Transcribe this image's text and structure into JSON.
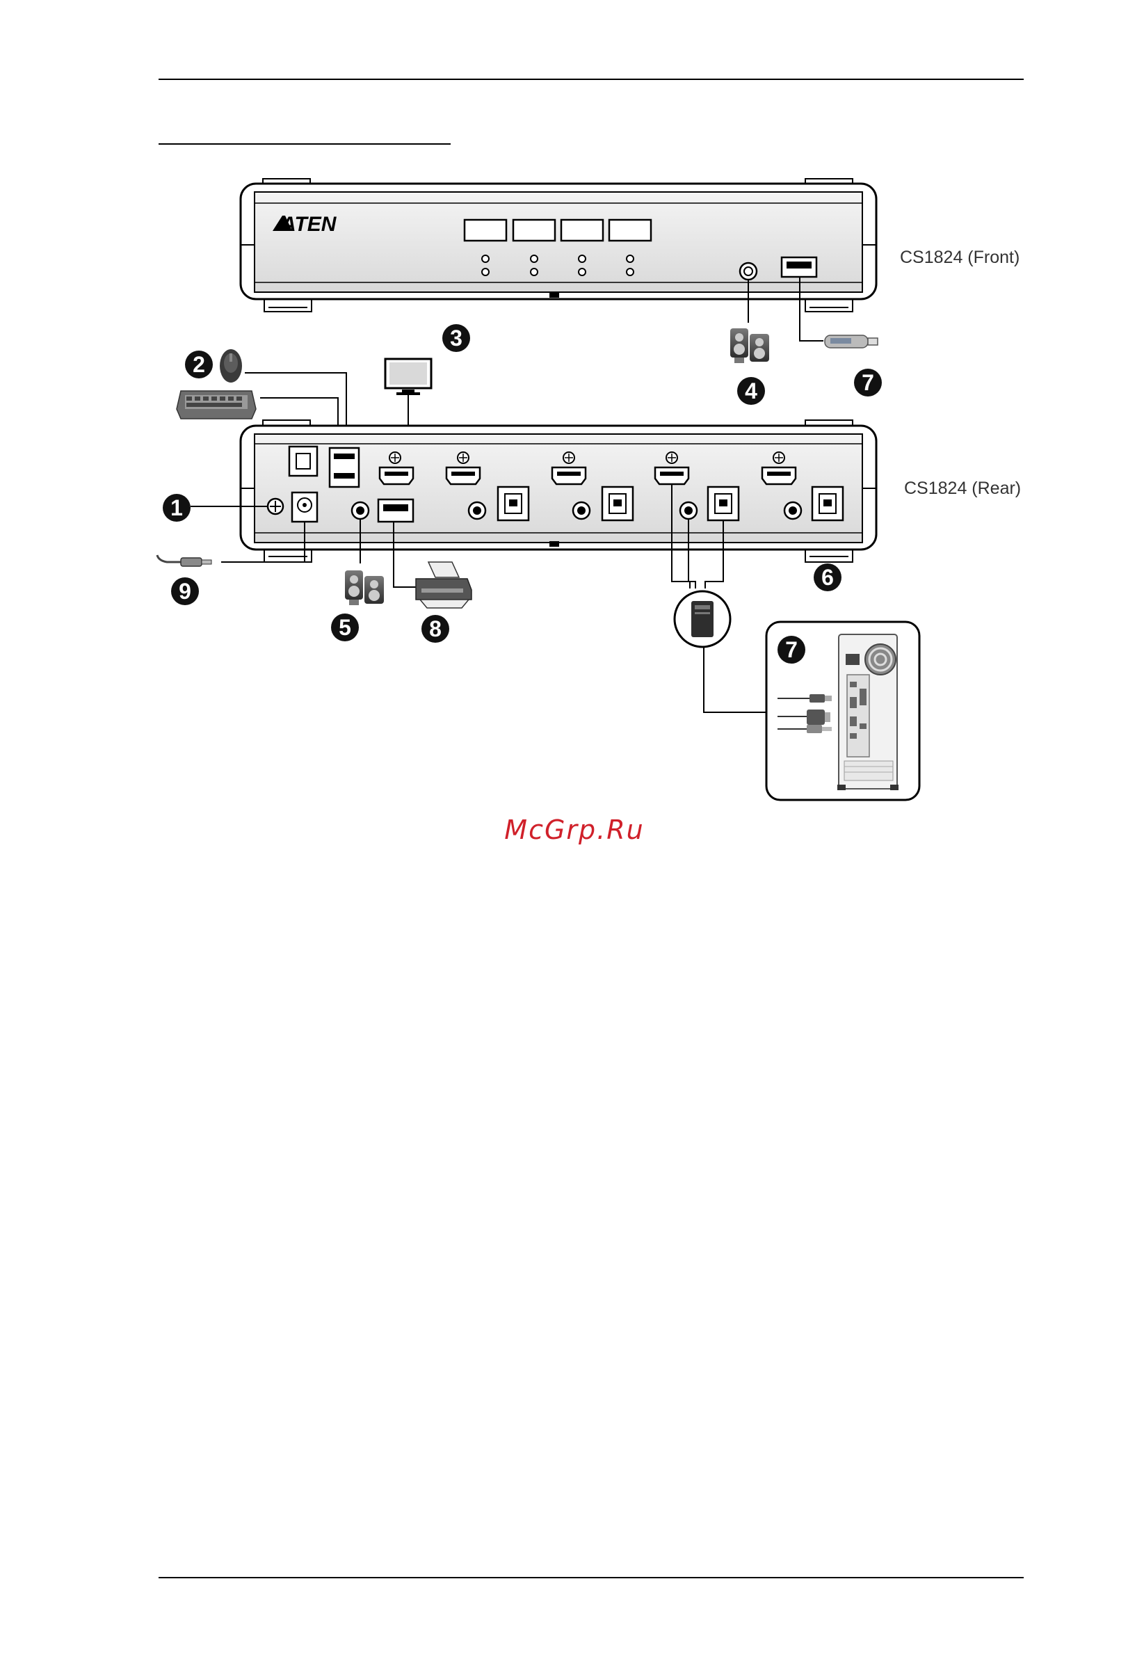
{
  "device": {
    "brand": "ATEN",
    "front_label": "CS1824 (Front)",
    "rear_label": "CS1824 (Rear)"
  },
  "callouts": [
    {
      "id": "1",
      "label": "1"
    },
    {
      "id": "2",
      "label": "2"
    },
    {
      "id": "3",
      "label": "3"
    },
    {
      "id": "4",
      "label": "4"
    },
    {
      "id": "5",
      "label": "5"
    },
    {
      "id": "6",
      "label": "6"
    },
    {
      "id": "7a",
      "label": "7"
    },
    {
      "id": "7b",
      "label": "7"
    },
    {
      "id": "8",
      "label": "8"
    },
    {
      "id": "9",
      "label": "9"
    }
  ],
  "watermark": "McGrp.Ru",
  "icons": [
    "mouse-icon",
    "keyboard-icon",
    "monitor-icon",
    "speakers-icon",
    "usb-drive-icon",
    "printer-icon",
    "power-adapter-icon",
    "pc-tower-icon"
  ]
}
